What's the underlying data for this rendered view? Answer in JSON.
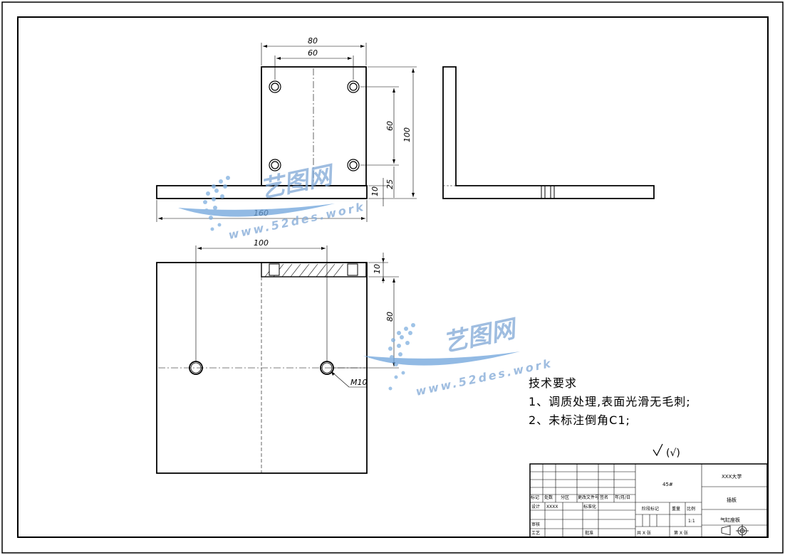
{
  "dimensions": {
    "top_width_outer": "80",
    "top_width_inner": "60",
    "hole_spacing_v": "60",
    "height_total": "100",
    "dim_25": "25",
    "thickness_10": "10",
    "base_length": "160",
    "bottom_width": "100",
    "bottom_thick": "10",
    "bottom_depth": "80",
    "thread": "M10"
  },
  "notes": {
    "title": "技术要求",
    "item1": "1、调质处理,表面光滑无毛刺;",
    "item2": "2、未标注倒角C1;"
  },
  "roughness": "(√)",
  "title_block": {
    "material": "45#",
    "school": "XXX大学",
    "part_name": "插板",
    "drawing_name": "气缸座板",
    "scale_label": "比例",
    "scale_value": "1:1",
    "weight_label": "重量",
    "stage_label": "阶段标记",
    "mark": "标记",
    "count": "处数",
    "zone": "分区",
    "change_doc": "更改文件号",
    "sign": "签名",
    "date": "年/月/日",
    "design": "设计",
    "design_name": "XXXX",
    "standard": "标准化",
    "check": "审核",
    "process": "工艺",
    "approve": "批准",
    "total_sheets": "共  X  张",
    "sheet_no": "第  X  张"
  },
  "watermark": {
    "cn": "艺图网",
    "url": "www.52des.work"
  }
}
